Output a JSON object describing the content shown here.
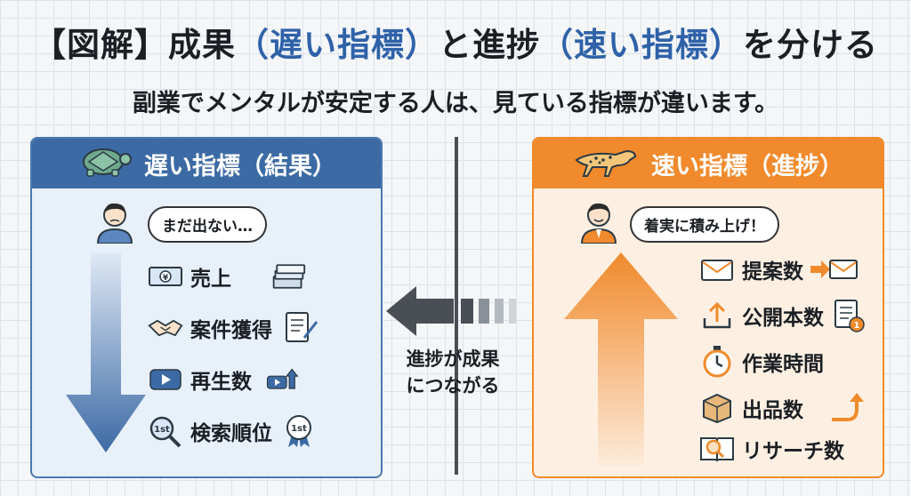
{
  "header": {
    "title_prefix": "【図解】成果",
    "title_slow": "（遅い指標）",
    "title_mid": "と進捗",
    "title_fast": "（速い指標）",
    "title_suffix": "を分ける",
    "subtitle": "副業でメンタルが安定する人は、見ている指標が違います。"
  },
  "slow_panel": {
    "title": "遅い指標（結果）",
    "mascot_icon": "turtle-icon",
    "bubble": "まだ出ない…",
    "items": [
      {
        "label": "売上",
        "icon": "money-icon",
        "side_icon": "cash-stack-icon"
      },
      {
        "label": "案件獲得",
        "icon": "handshake-icon",
        "side_icon": "contract-icon"
      },
      {
        "label": "再生数",
        "icon": "play-icon",
        "side_icon": "play-growth-icon"
      },
      {
        "label": "検索順位",
        "icon": "search-rank-icon",
        "side_icon": "award-badge-icon"
      }
    ],
    "rank_badge_text": "1st"
  },
  "fast_panel": {
    "title": "速い指標（進捗）",
    "mascot_icon": "cheetah-icon",
    "bubble": "着実に積み上げ！",
    "items": [
      {
        "label": "提案数",
        "icon": "mail-icon",
        "side_icon": "mail-send-icon"
      },
      {
        "label": "公開本数",
        "icon": "upload-icon",
        "side_icon": "document-count-icon"
      },
      {
        "label": "作業時間",
        "icon": "stopwatch-icon"
      },
      {
        "label": "出品数",
        "icon": "box-icon",
        "side_icon": "rising-arrow-icon"
      },
      {
        "label": "リサーチ数",
        "icon": "book-search-icon"
      }
    ],
    "doc_badge_text": "1"
  },
  "center": {
    "label_line1": "進捗が成果",
    "label_line2": "につながる"
  },
  "colors": {
    "slow_accent": "#3c6aa4",
    "fast_accent": "#f08a2c",
    "slow_bg": "#e8f0fa",
    "fast_bg": "#fdf0e3",
    "title_blue": "#2f62a8"
  }
}
